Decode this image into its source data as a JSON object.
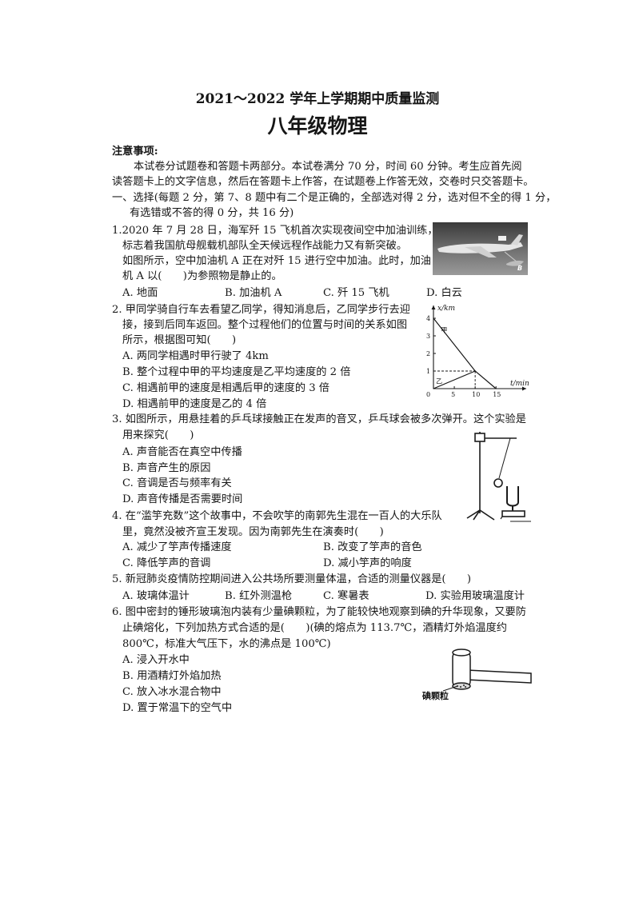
{
  "header": {
    "title": "2021～2022 学年上学期期中质量监测",
    "subtitle": "八年级物理"
  },
  "notice": {
    "label": "注意事项:",
    "line1": "本试卷分试题卷和答题卡两部分。本试卷满分 70 分，时间 60 分钟。考生应首先阅",
    "line2": "读答题卡上的文字信息，然后在答题卡上作答，在试题卷上作答无效，交卷时只交答题卡。"
  },
  "section1": {
    "line1": "一、选择(每题 2 分，第 7、8 题中有二个是正确的，全部选对得 2 分，选对但不全的得 1 分，",
    "line2": "有选错或不答的得 0 分，共 16 分)"
  },
  "q1": {
    "line1": "1.2020 年 7 月 28 日，海军歼 15 飞机首次实现夜间空中加油训练，",
    "line2": "标志着我国航母舰载机部队全天候远程作战能力又有新突破。",
    "line3": "如图所示，空中加油机 A 正在对歼 15 进行空中加油。此时，加油",
    "line4": "机 A 以(　　)为参照物是静止的。",
    "opt_a": "A. 地面",
    "opt_b": "B. 加油机 A",
    "opt_c": "C. 歼 15 飞机",
    "opt_d": "D. 白云",
    "label_b": "B"
  },
  "q2": {
    "line1": "2. 甲同学骑自行车去看望乙同学，得知消息后，乙同学步行去迎",
    "line2": "接，接到后同车返回。整个过程他们的位置与时间的关系如图",
    "line3": "所示，根据图可知(　　)",
    "opt_a": "A. 两同学相遇时甲行驶了 4km",
    "opt_b": "B. 整个过程中甲的平均速度是乙平均速度的 2 倍",
    "opt_c": "C. 相遇前甲的速度是相遇后甲的速度的 3 倍",
    "opt_d": "D. 相遇前甲的速度是乙的 4 倍"
  },
  "chart_data": {
    "type": "line",
    "xlabel": "t/min",
    "ylabel": "x/km",
    "x_ticks": [
      "5",
      "10",
      "15"
    ],
    "y_ticks": [
      "1",
      "2",
      "3",
      "4"
    ],
    "origin_label": "0",
    "xlim": [
      0,
      15
    ],
    "ylim": [
      0,
      4
    ],
    "series": [
      {
        "name": "甲",
        "points": [
          [
            0,
            4
          ],
          [
            10,
            1
          ],
          [
            15,
            0
          ]
        ]
      },
      {
        "name": "乙",
        "points": [
          [
            0,
            0
          ],
          [
            10,
            1
          ]
        ]
      }
    ],
    "reference_lines": {
      "x": 10,
      "y": 1
    }
  },
  "q3": {
    "line1": "3. 如图所示，用悬挂着的乒乓球接触正在发声的音叉，乒乓球会被多次弹开。这个实验是",
    "line2": "用来探究(　　)",
    "opt_a": "A. 声音能否在真空中传播",
    "opt_b": "B. 声音产生的原因",
    "opt_c": "C. 音调是否与频率有关",
    "opt_d": "D. 声音传播是否需要时间"
  },
  "q4": {
    "line1": "4. 在“滥竽充数”这个故事中，不会吹竽的南郭先生混在一百人的大乐队",
    "line2": "里，竟然没被齐宣王发现。因为南郭先生在演奏时(　　)",
    "opt_a": "A. 减少了竽声传播速度",
    "opt_b": "B. 改变了竽声的音色",
    "opt_c": "C. 降低竽声的音调",
    "opt_d": "D. 减小竽声的响度"
  },
  "q5": {
    "line1": "5. 新冠肺炎疫情防控期间进入公共场所要测量体温，合适的测量仪器是(　　)",
    "opt_a": "A. 玻璃体温计",
    "opt_b": "B. 红外测温枪",
    "opt_c": "C. 寒暑表",
    "opt_d": "D. 实验用玻璃温度计"
  },
  "q6": {
    "line1": "6. 图中密封的锤形玻璃泡内装有少量碘颗粒，为了能较快地观察到碘的升华现象，又要防",
    "line2": "止碘熔化，下列加热方式合适的是(　　)(碘的熔点为 113.7℃，酒精灯外焰温度约",
    "line3": "800℃，标准大气压下，水的沸点是 100℃)",
    "opt_a": "A. 浸入开水中",
    "opt_b": "B. 用酒精灯外焰加热",
    "opt_c": "C. 放入冰水混合物中",
    "opt_d": "D. 置于常温下的空气中",
    "figure_label": "碘颗粒"
  }
}
